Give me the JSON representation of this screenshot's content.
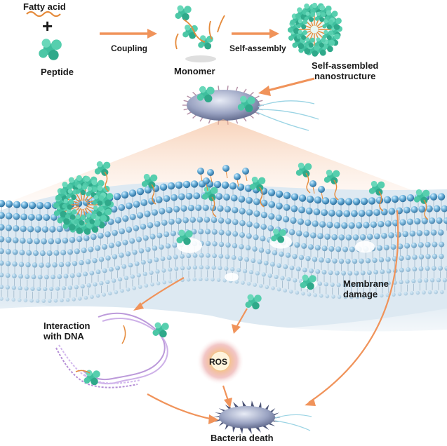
{
  "labels": {
    "fatty_acid": "Fatty acid",
    "plus": "+",
    "peptide": "Peptide",
    "coupling": "Coupling",
    "monomer": "Monomer",
    "self_assembly": "Self-assembly",
    "nanostructure_line1": "Self-assembled",
    "nanostructure_line2": "nanostructure",
    "membrane_line1": "Membrane",
    "membrane_line2": "damage",
    "dna_line1": "Interaction",
    "dna_line2": "with DNA",
    "ros": "ROS",
    "bacteria_death": "Bacteria death"
  },
  "colors": {
    "arrow": "#f0935a",
    "fatty_chain": "#e58a3a",
    "peptide": "#3fbf9e",
    "peptide_dark": "#1f8a72",
    "lipid_head": "#4f9cc9",
    "lipid_head_light": "#8cc8e8",
    "dna": "#b58fd6",
    "ros_glow": "#f6b46a",
    "bacterium": "#8e98b8"
  },
  "icons": [
    "peptide-icon",
    "fatty-acid-icon",
    "bacterium-icon",
    "dna-icon",
    "ros-icon",
    "micelle-icon"
  ]
}
